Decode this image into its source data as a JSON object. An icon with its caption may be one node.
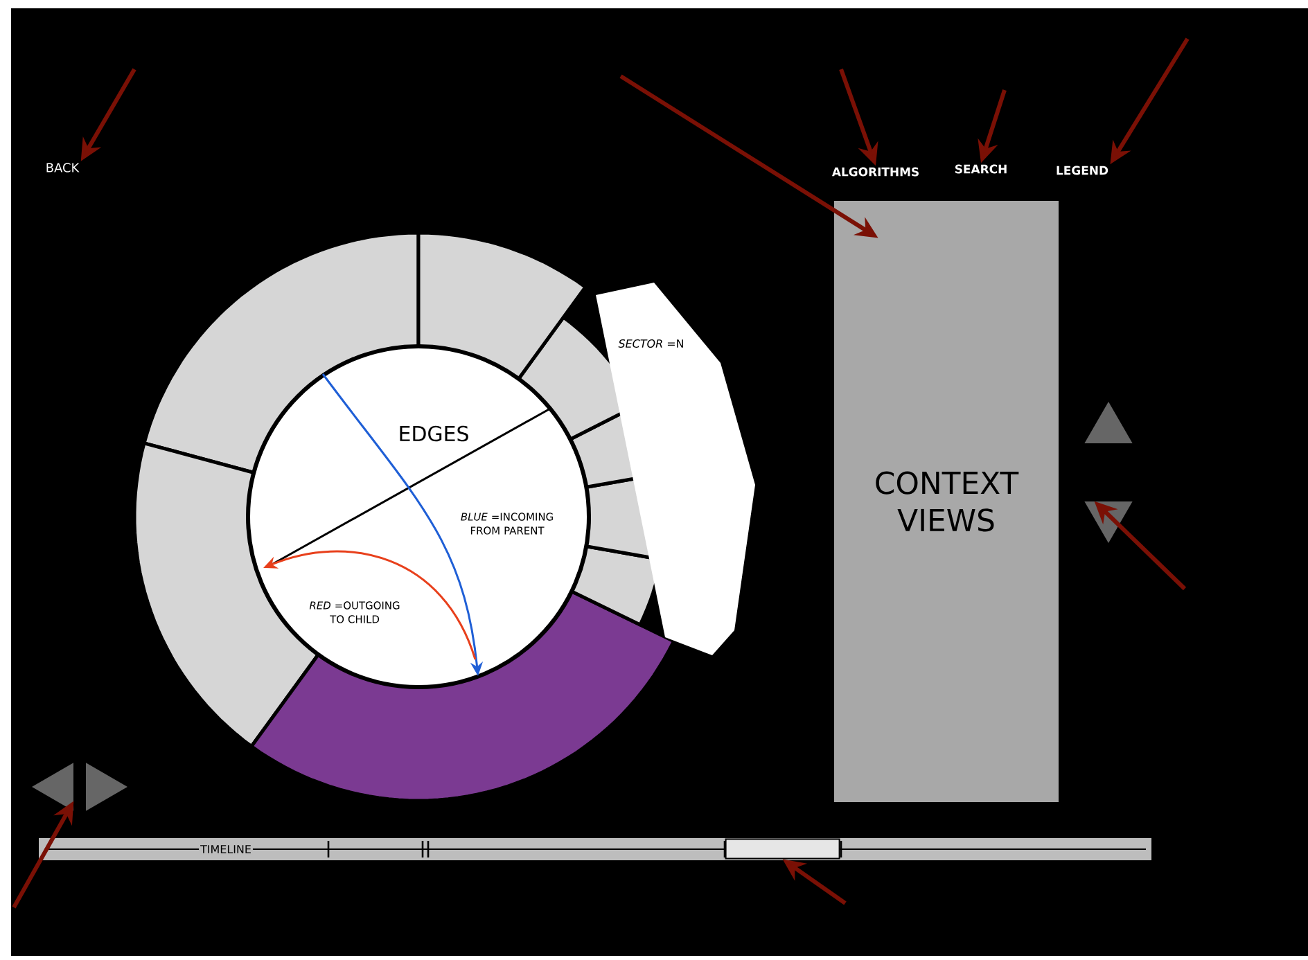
{
  "diagram": {
    "nodes": [
      {
        "text": [
          "BACK"
        ]
      },
      {
        "text": [
          "ALGORITHMS"
        ]
      },
      {
        "text": [
          "SEARCH"
        ]
      },
      {
        "text": [
          "LEGEND"
        ]
      },
      {
        "text": [
          "CONTEXT VIEWS"
        ]
      },
      {
        "text": [],
        "shape": "triangle"
      },
      {
        "text": [],
        "shape": "triangle"
      },
      {
        "text": [],
        "shape": "triangle"
      },
      {
        "text": [],
        "shape": "triangle"
      },
      {
        "text": [
          "TIMELINE"
        ]
      },
      {
        "text": [],
        "shape": "box",
        "in": 9
      },
      {
        "text": [
          "EDGES",
          "*BLUE* =INCOMING FROM PARENT",
          "*RED* =OUTGOING TO CHILD"
        ]
      },
      {
        "text": [
          "*SECTOR* =N"
        ]
      }
    ],
    "edges": [
      {
        "from": null,
        "to": 0,
        "arrow": "to"
      },
      {
        "from": null,
        "to": 1,
        "arrow": "to"
      },
      {
        "from": null,
        "to": 2,
        "arrow": "to"
      },
      {
        "from": null,
        "to": 3,
        "arrow": "to"
      },
      {
        "from": null,
        "to": 4,
        "arrow": "to"
      },
      {
        "from": null,
        "to": 6,
        "arrow": "to"
      },
      {
        "from": null,
        "to": 7,
        "arrow": "to"
      },
      {
        "from": null,
        "to": 10,
        "arrow": "to"
      }
    ]
  }
}
